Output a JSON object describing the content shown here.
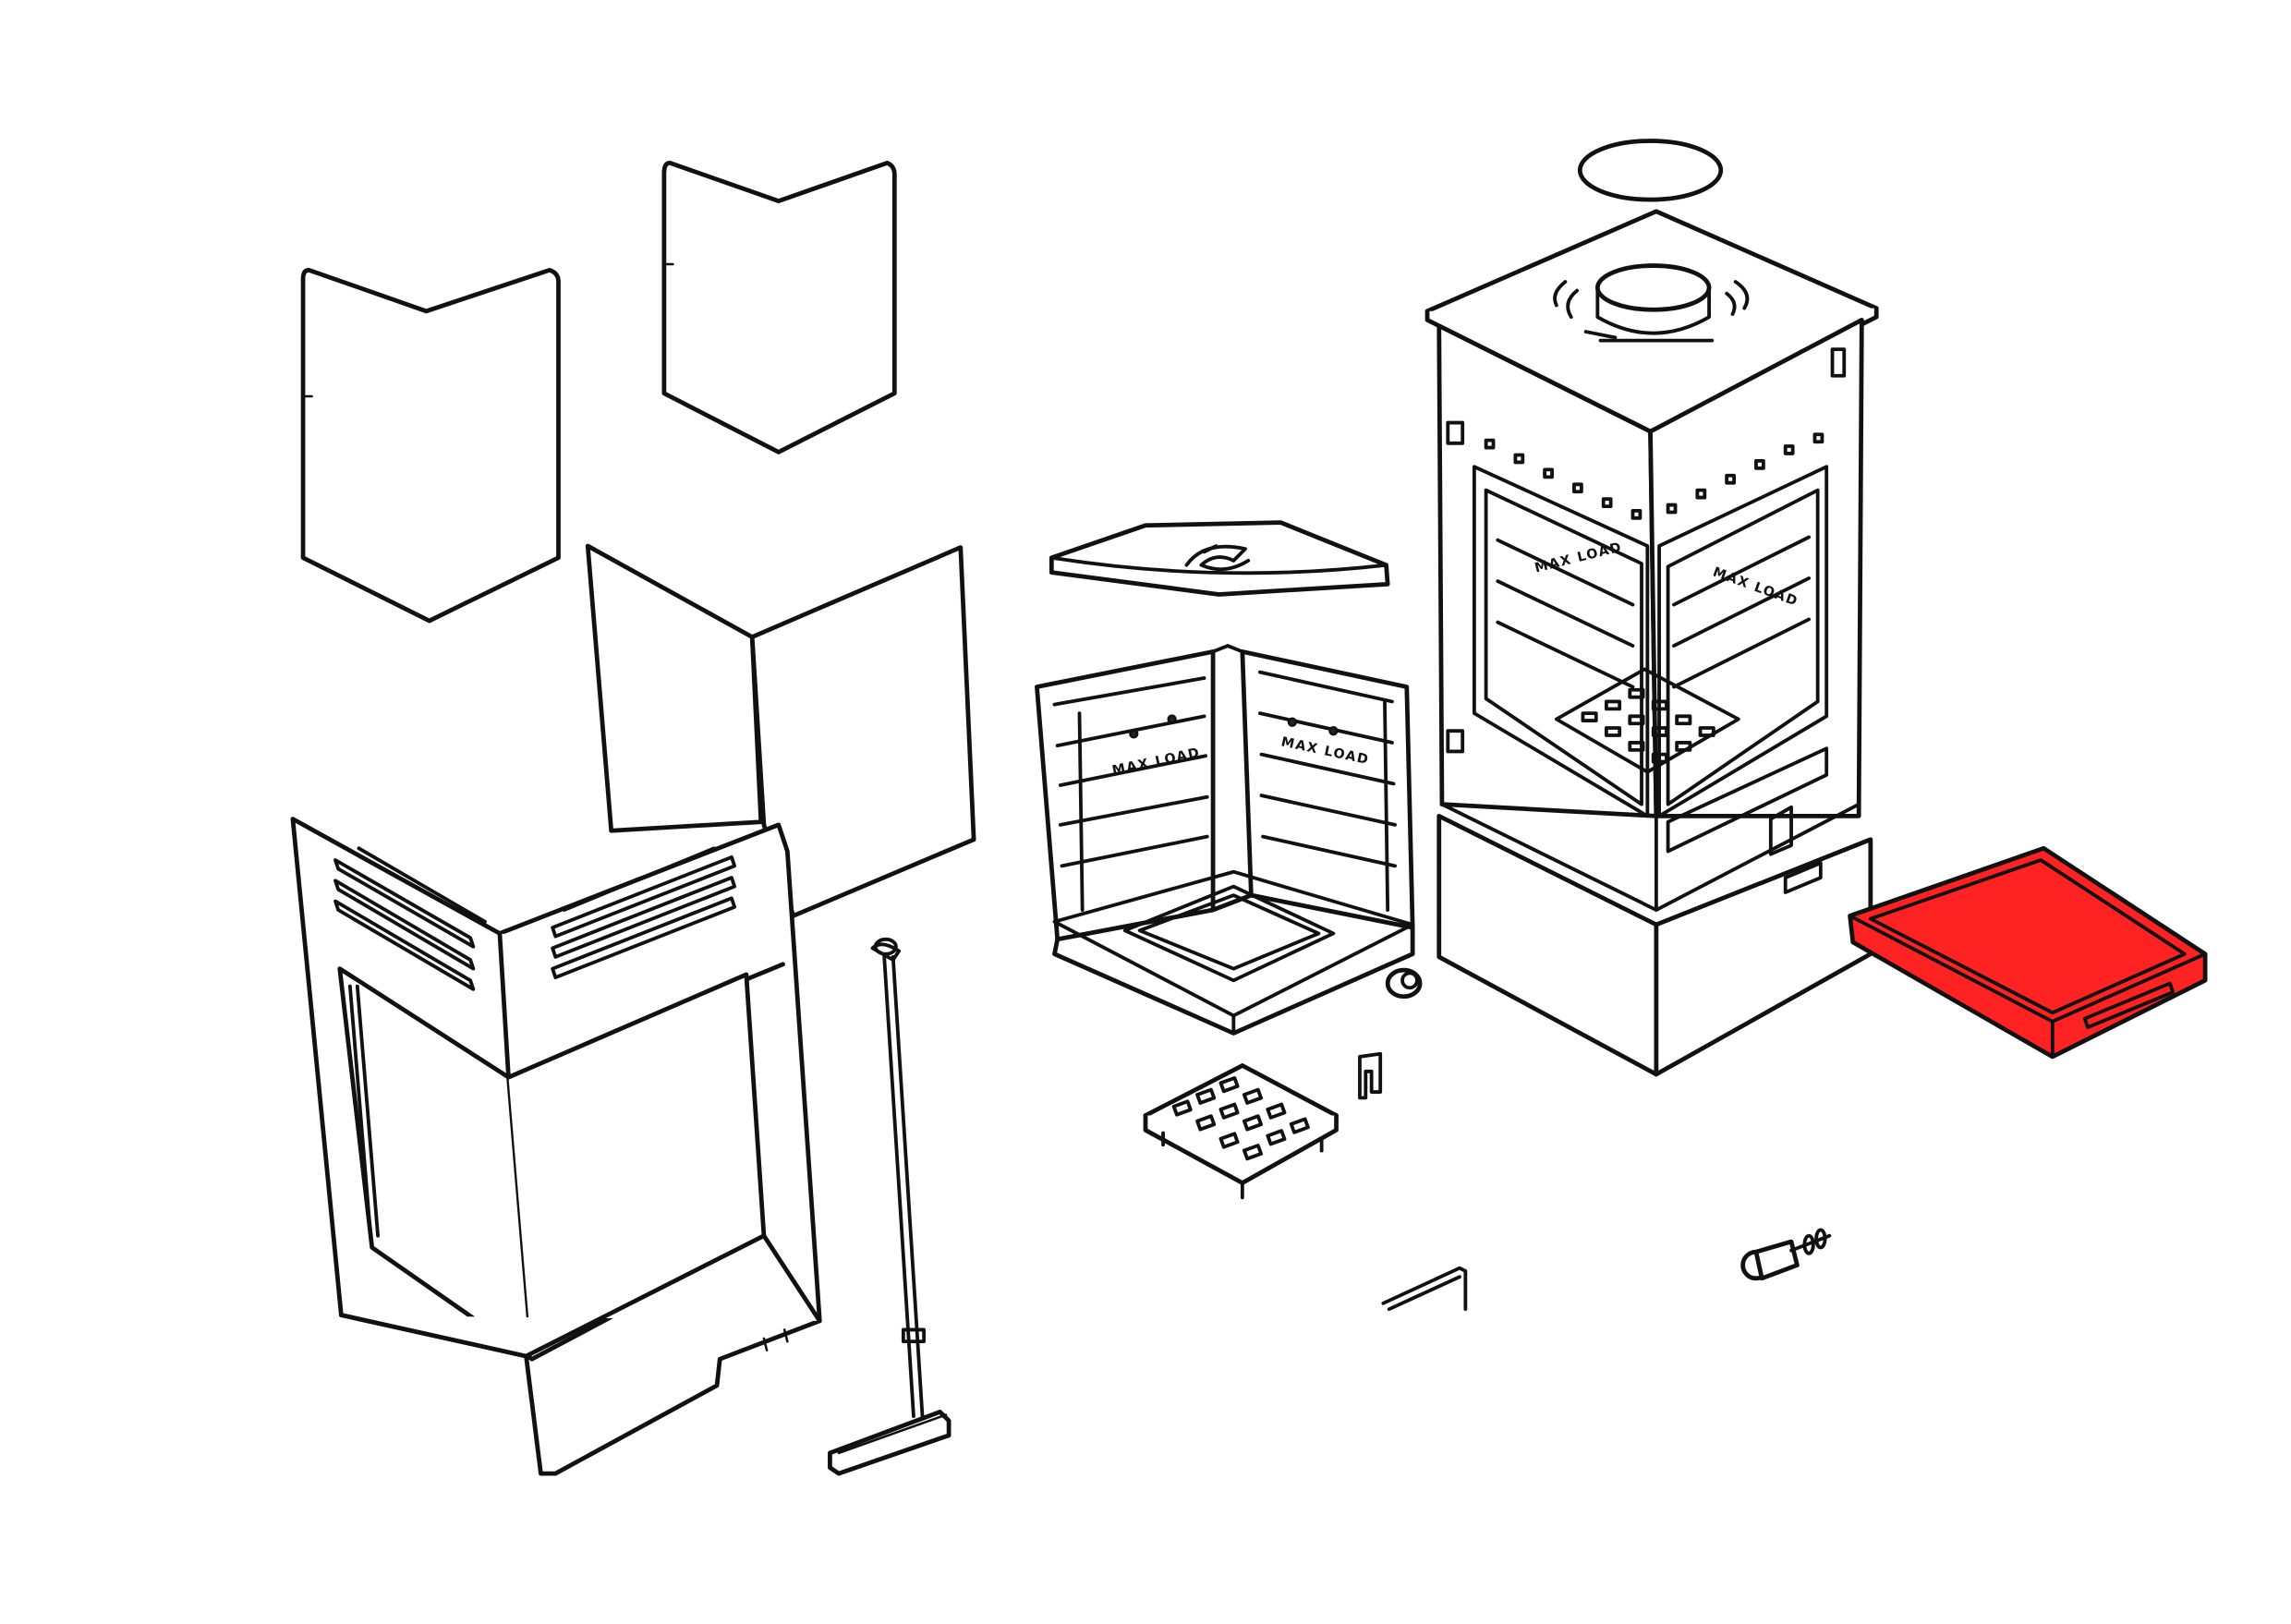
{
  "diagram": {
    "type": "exploded-assembly",
    "highlight_color": "#ff2222",
    "line_color": "#111111",
    "background": "#ffffff",
    "highlighted_part": "ash-pan-drawer",
    "embossed_text": {
      "max_load_1": "MAX LOAD",
      "max_load_2": "MAX LOAD",
      "max_load_3": "MAX LOAD",
      "max_load_4": "MAX LOAD"
    }
  }
}
